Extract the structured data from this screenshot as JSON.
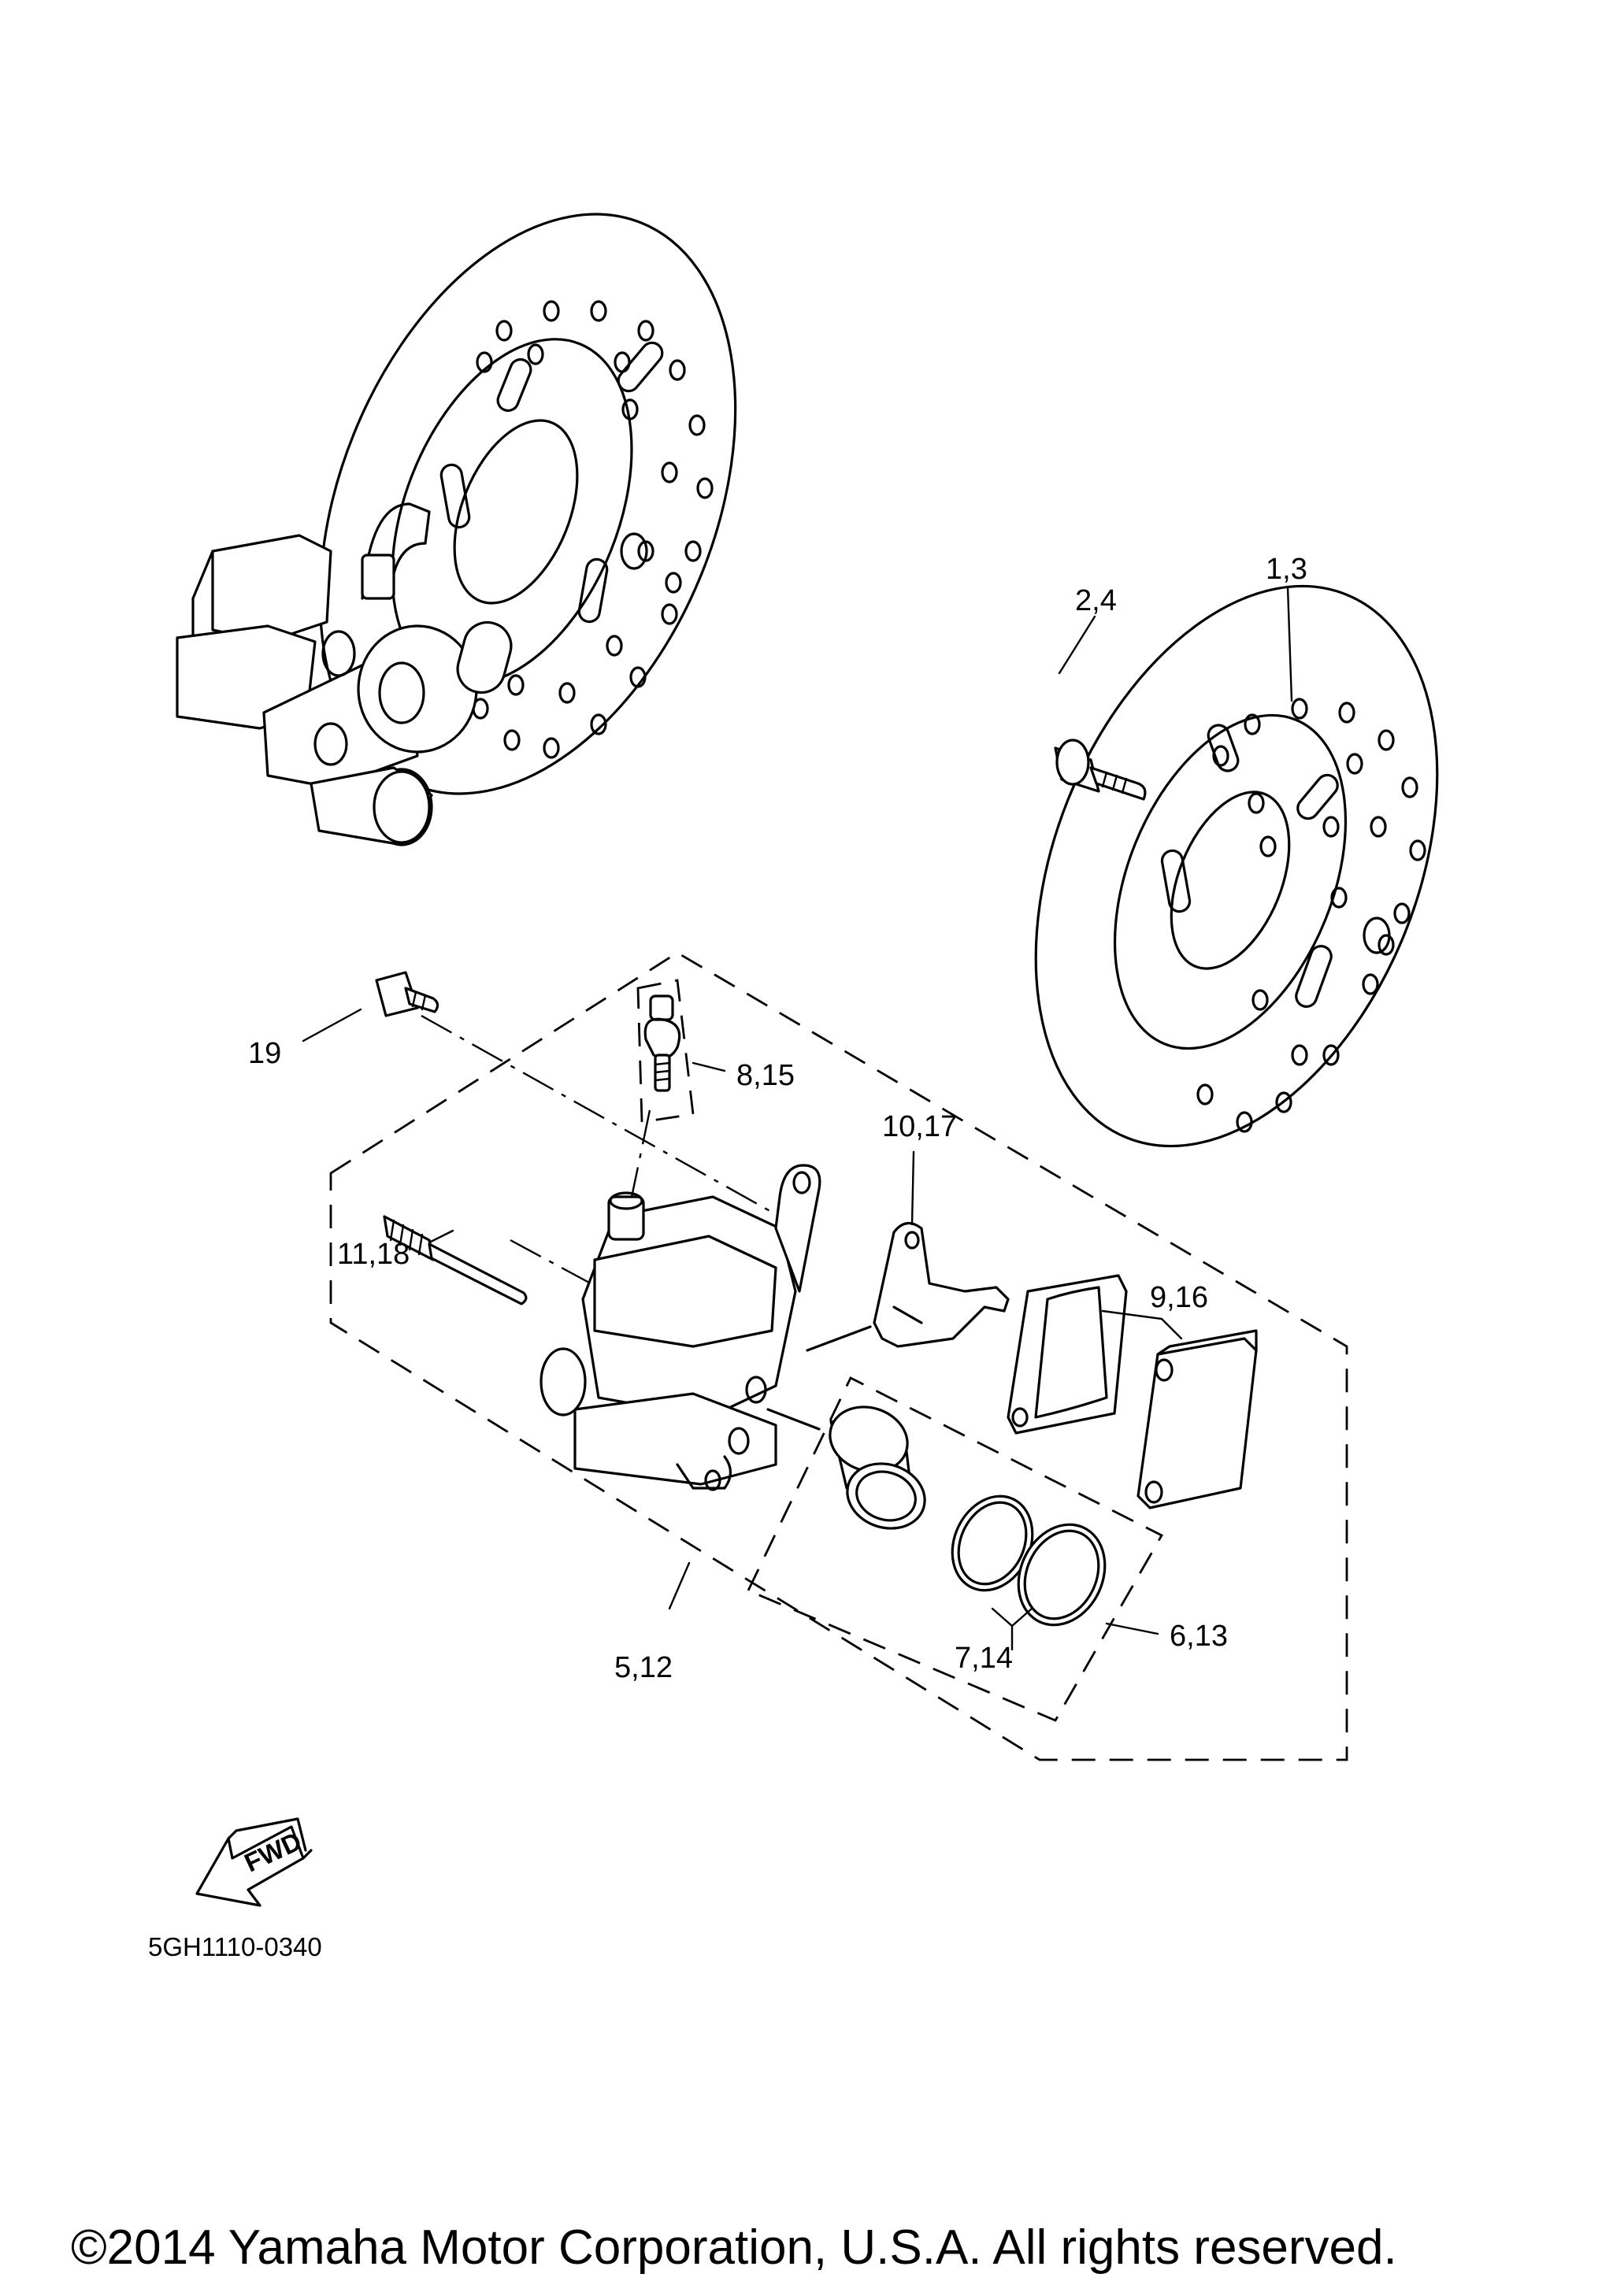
{
  "callouts": {
    "disc": "1,3",
    "disc_bolt": "2,4",
    "caliper_assy": "5,12",
    "piston_seal": "6,13",
    "dust_seal": "7,14",
    "bleed_screw": "8,15",
    "pad": "9,16",
    "pad_support": "10,17",
    "pin": "11,18",
    "bolt": "19"
  },
  "fwd_label": "FWD",
  "diagram_code": "5GH1110-0340",
  "copyright": "©2014 Yamaha Motor Corporation, U.S.A. All rights reserved."
}
